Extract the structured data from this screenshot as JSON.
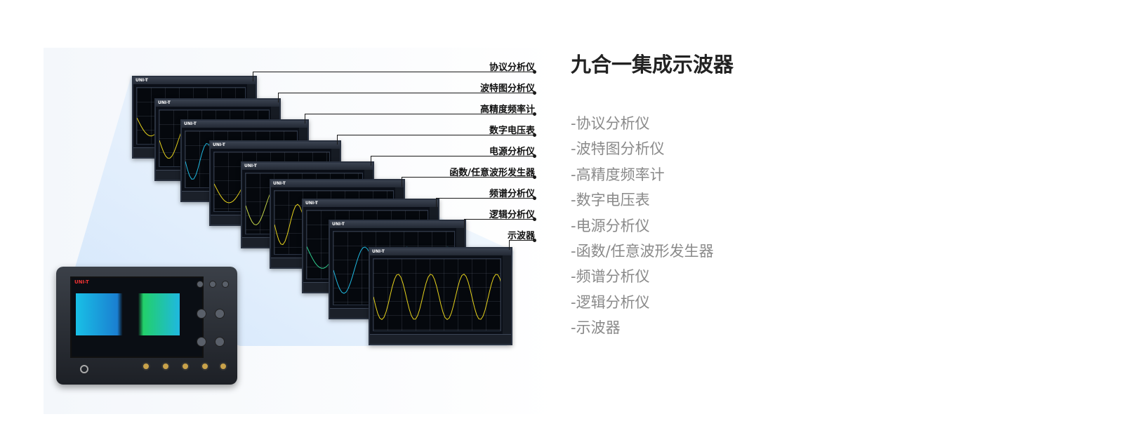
{
  "title": "九合一集成示波器",
  "features": [
    "-协议分析仪",
    "-波特图分析仪",
    "-高精度频率计",
    "-数字电压表",
    "-电源分析仪",
    "-函数/任意波形发生器",
    "-频谱分析仪",
    "-逻辑分析仪",
    "-示波器"
  ],
  "callouts": [
    "协议分析仪",
    "波特图分析仪",
    "高精度频率计",
    "数字电压表",
    "电源分析仪",
    "函数/任意波形发生器",
    "频谱分析仪",
    "逻辑分析仪",
    "示波器"
  ],
  "brand": "UNI-T",
  "colors": {
    "heading": "#222222",
    "feature_text": "#8a8a8a",
    "callout_text": "#111111",
    "trace_yellow": "#e6d21c",
    "trace_cyan": "#1fb8e0",
    "beam_blue": "#a9cff5"
  }
}
